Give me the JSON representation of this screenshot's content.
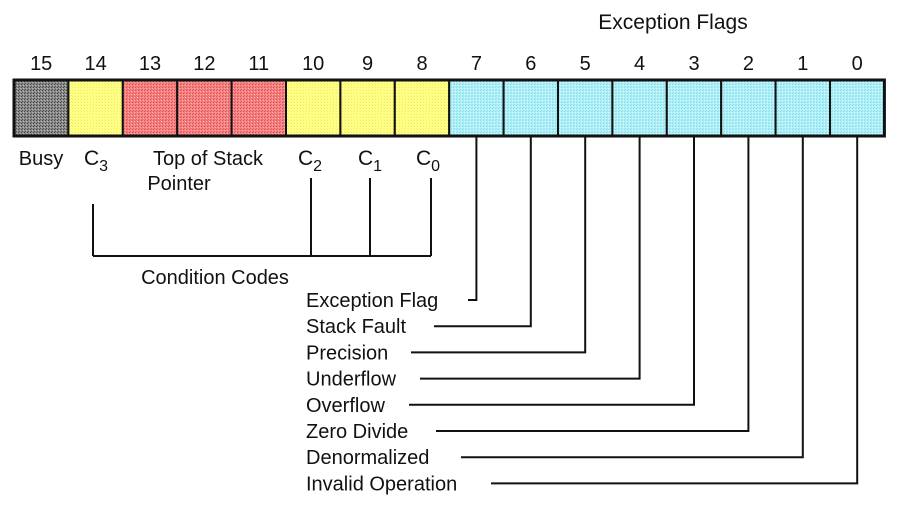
{
  "title": "Exception Flags",
  "bits": [
    {
      "num": "15",
      "color": "#808080",
      "pattern": "gray"
    },
    {
      "num": "14",
      "color": "#ffff88",
      "pattern": "yellow"
    },
    {
      "num": "13",
      "color": "#f47f7f",
      "pattern": "red"
    },
    {
      "num": "12",
      "color": "#f47f7f",
      "pattern": "red"
    },
    {
      "num": "11",
      "color": "#f47f7f",
      "pattern": "red"
    },
    {
      "num": "10",
      "color": "#ffff88",
      "pattern": "yellow"
    },
    {
      "num": "9",
      "color": "#ffff88",
      "pattern": "yellow"
    },
    {
      "num": "8",
      "color": "#ffff88",
      "pattern": "yellow"
    },
    {
      "num": "7",
      "color": "#aeeef6",
      "pattern": "cyan"
    },
    {
      "num": "6",
      "color": "#aeeef6",
      "pattern": "cyan"
    },
    {
      "num": "5",
      "color": "#aeeef6",
      "pattern": "cyan"
    },
    {
      "num": "4",
      "color": "#aeeef6",
      "pattern": "cyan"
    },
    {
      "num": "3",
      "color": "#aeeef6",
      "pattern": "cyan"
    },
    {
      "num": "2",
      "color": "#aeeef6",
      "pattern": "cyan"
    },
    {
      "num": "1",
      "color": "#aeeef6",
      "pattern": "cyan"
    },
    {
      "num": "0",
      "color": "#aeeef6",
      "pattern": "cyan"
    }
  ],
  "field_labels": {
    "busy": "Busy",
    "top_of_stack_line1": "Top of Stack",
    "top_of_stack_line2": "Pointer",
    "c3": {
      "base": "C",
      "sub": "3"
    },
    "c2": {
      "base": "C",
      "sub": "2"
    },
    "c1": {
      "base": "C",
      "sub": "1"
    },
    "c0": {
      "base": "C",
      "sub": "0"
    }
  },
  "condition_codes": "Condition Codes",
  "exceptions": [
    {
      "label": "Exception Flag",
      "bit": "7"
    },
    {
      "label": "Stack Fault",
      "bit": "6"
    },
    {
      "label": "Precision",
      "bit": "5"
    },
    {
      "label": "Underflow",
      "bit": "4"
    },
    {
      "label": "Overflow",
      "bit": "3"
    },
    {
      "label": "Zero Divide",
      "bit": "2"
    },
    {
      "label": "Denormalized",
      "bit": "1"
    },
    {
      "label": "Invalid Operation",
      "bit": "0"
    }
  ],
  "colors": {
    "line": "#111111",
    "gray": "#808080",
    "yellow": "#ffff88",
    "red": "#f47f7f",
    "cyan": "#aeeef6"
  }
}
